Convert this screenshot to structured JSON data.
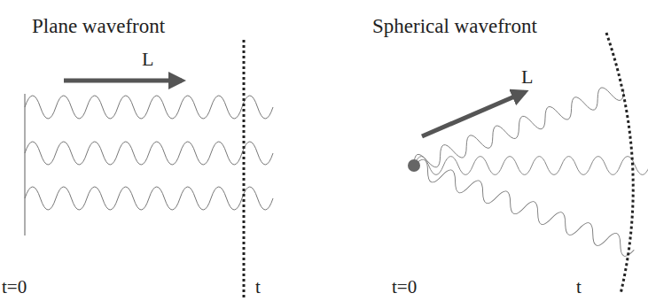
{
  "diagram": {
    "labels": [
      "Plane wavefront",
      "L",
      "t=0",
      "t",
      "Spherical wavefront",
      "L",
      "t=0",
      "t"
    ]
  }
}
